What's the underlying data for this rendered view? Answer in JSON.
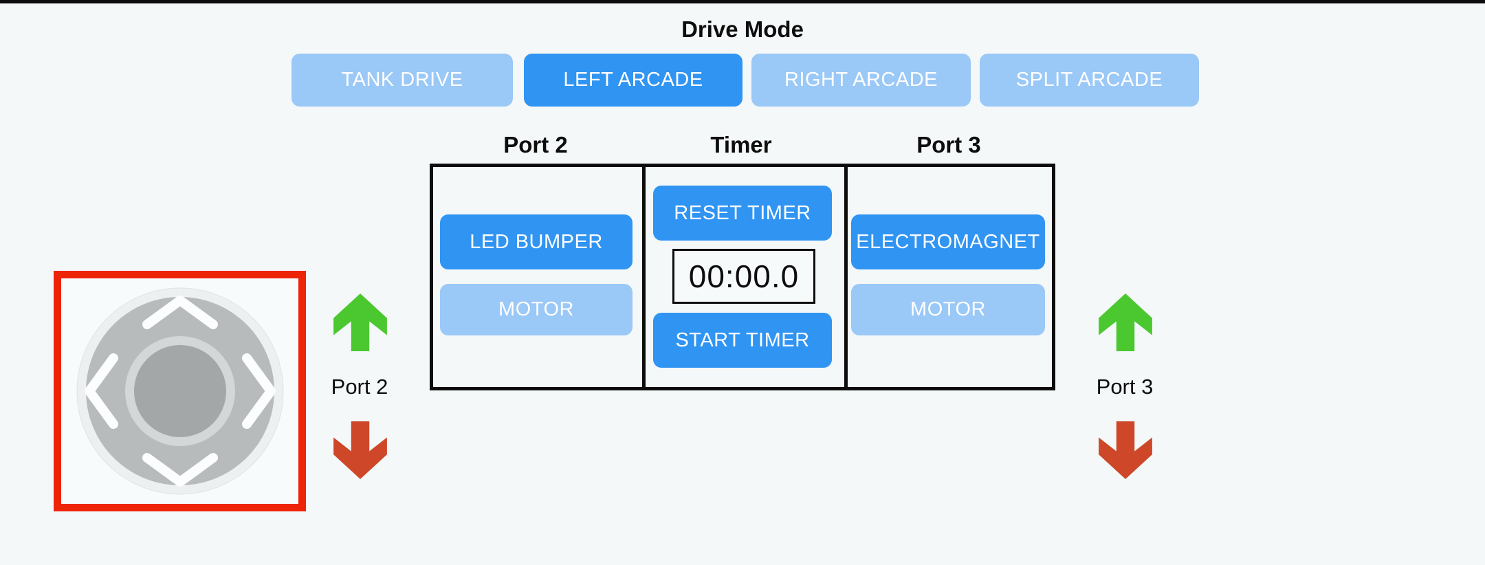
{
  "page": {
    "background": "#f4f8f9",
    "top_bar_color": "#0b0b0b"
  },
  "drive_mode": {
    "title": "Drive Mode",
    "options": [
      {
        "label": "TANK DRIVE",
        "active": false
      },
      {
        "label": "LEFT ARCADE",
        "active": true
      },
      {
        "label": "RIGHT ARCADE",
        "active": false
      },
      {
        "label": "SPLIT ARCADE",
        "active": false
      }
    ]
  },
  "panel": {
    "columns": [
      {
        "header": "Port 2"
      },
      {
        "header": "Timer"
      },
      {
        "header": "Port 3"
      }
    ],
    "port2": {
      "device_button": "LED BUMPER",
      "motor_button": "MOTOR",
      "device_active": true,
      "motor_active": false
    },
    "timer": {
      "reset_button": "RESET TIMER",
      "display": "00:00.0",
      "start_button": "START TIMER"
    },
    "port3": {
      "device_button": "ELECTROMAGNET",
      "motor_button": "MOTOR",
      "device_active": true,
      "motor_active": false
    }
  },
  "joystick": {
    "icons": [
      "up-chevron-icon",
      "down-chevron-icon",
      "left-chevron-icon",
      "right-chevron-icon",
      "joystick-knob"
    ],
    "frame_color": "#ee2409"
  },
  "port_indicators": [
    {
      "label": "Port 2",
      "up_icon": "green-up-arrow-icon",
      "down_icon": "red-down-arrow-icon"
    },
    {
      "label": "Port 3",
      "up_icon": "green-up-arrow-icon",
      "down_icon": "red-down-arrow-icon"
    }
  ],
  "colors": {
    "accent_blue": "#3094f2",
    "inactive_blue": "#9ac8f7",
    "arrow_green": "#4bc82f",
    "arrow_red": "#cd4728",
    "joystick_frame_red": "#ee2409",
    "panel_border": "#0d0d0d",
    "button_text": "#ffffff"
  }
}
